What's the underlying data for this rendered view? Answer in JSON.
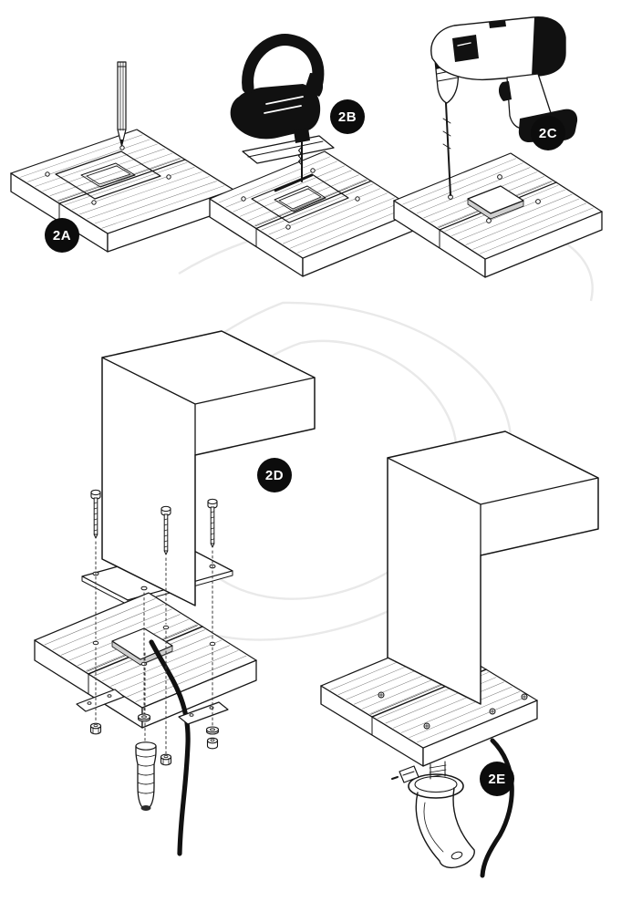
{
  "steps": [
    {
      "label": "2A",
      "icons": [
        "pencil-icon",
        "deck-board",
        "cutout-marking"
      ]
    },
    {
      "label": "2B",
      "icons": [
        "jigsaw-icon",
        "deck-board",
        "cutout-marking"
      ]
    },
    {
      "label": "2C",
      "icons": [
        "drill-icon",
        "deck-board",
        "cutout-hole",
        "pilot-holes"
      ]
    },
    {
      "label": "2D",
      "icons": [
        "shower-column",
        "mounting-plate",
        "bolt-icon",
        "washer-icon",
        "nut-icon",
        "backing-plate",
        "hose-connector-icon",
        "power-cable",
        "deck-board"
      ]
    },
    {
      "label": "2E",
      "icons": [
        "shower-column",
        "deck-board",
        "screw-heads",
        "hose-clamp-icon",
        "hose",
        "power-cable"
      ]
    }
  ],
  "colors": {
    "paper": "#ffffff",
    "line": "#161616",
    "tool_fill": "#111111",
    "badge_bg": "#0c0c0c",
    "badge_text": "#ffffff",
    "watermark": "#e9e9e9"
  }
}
